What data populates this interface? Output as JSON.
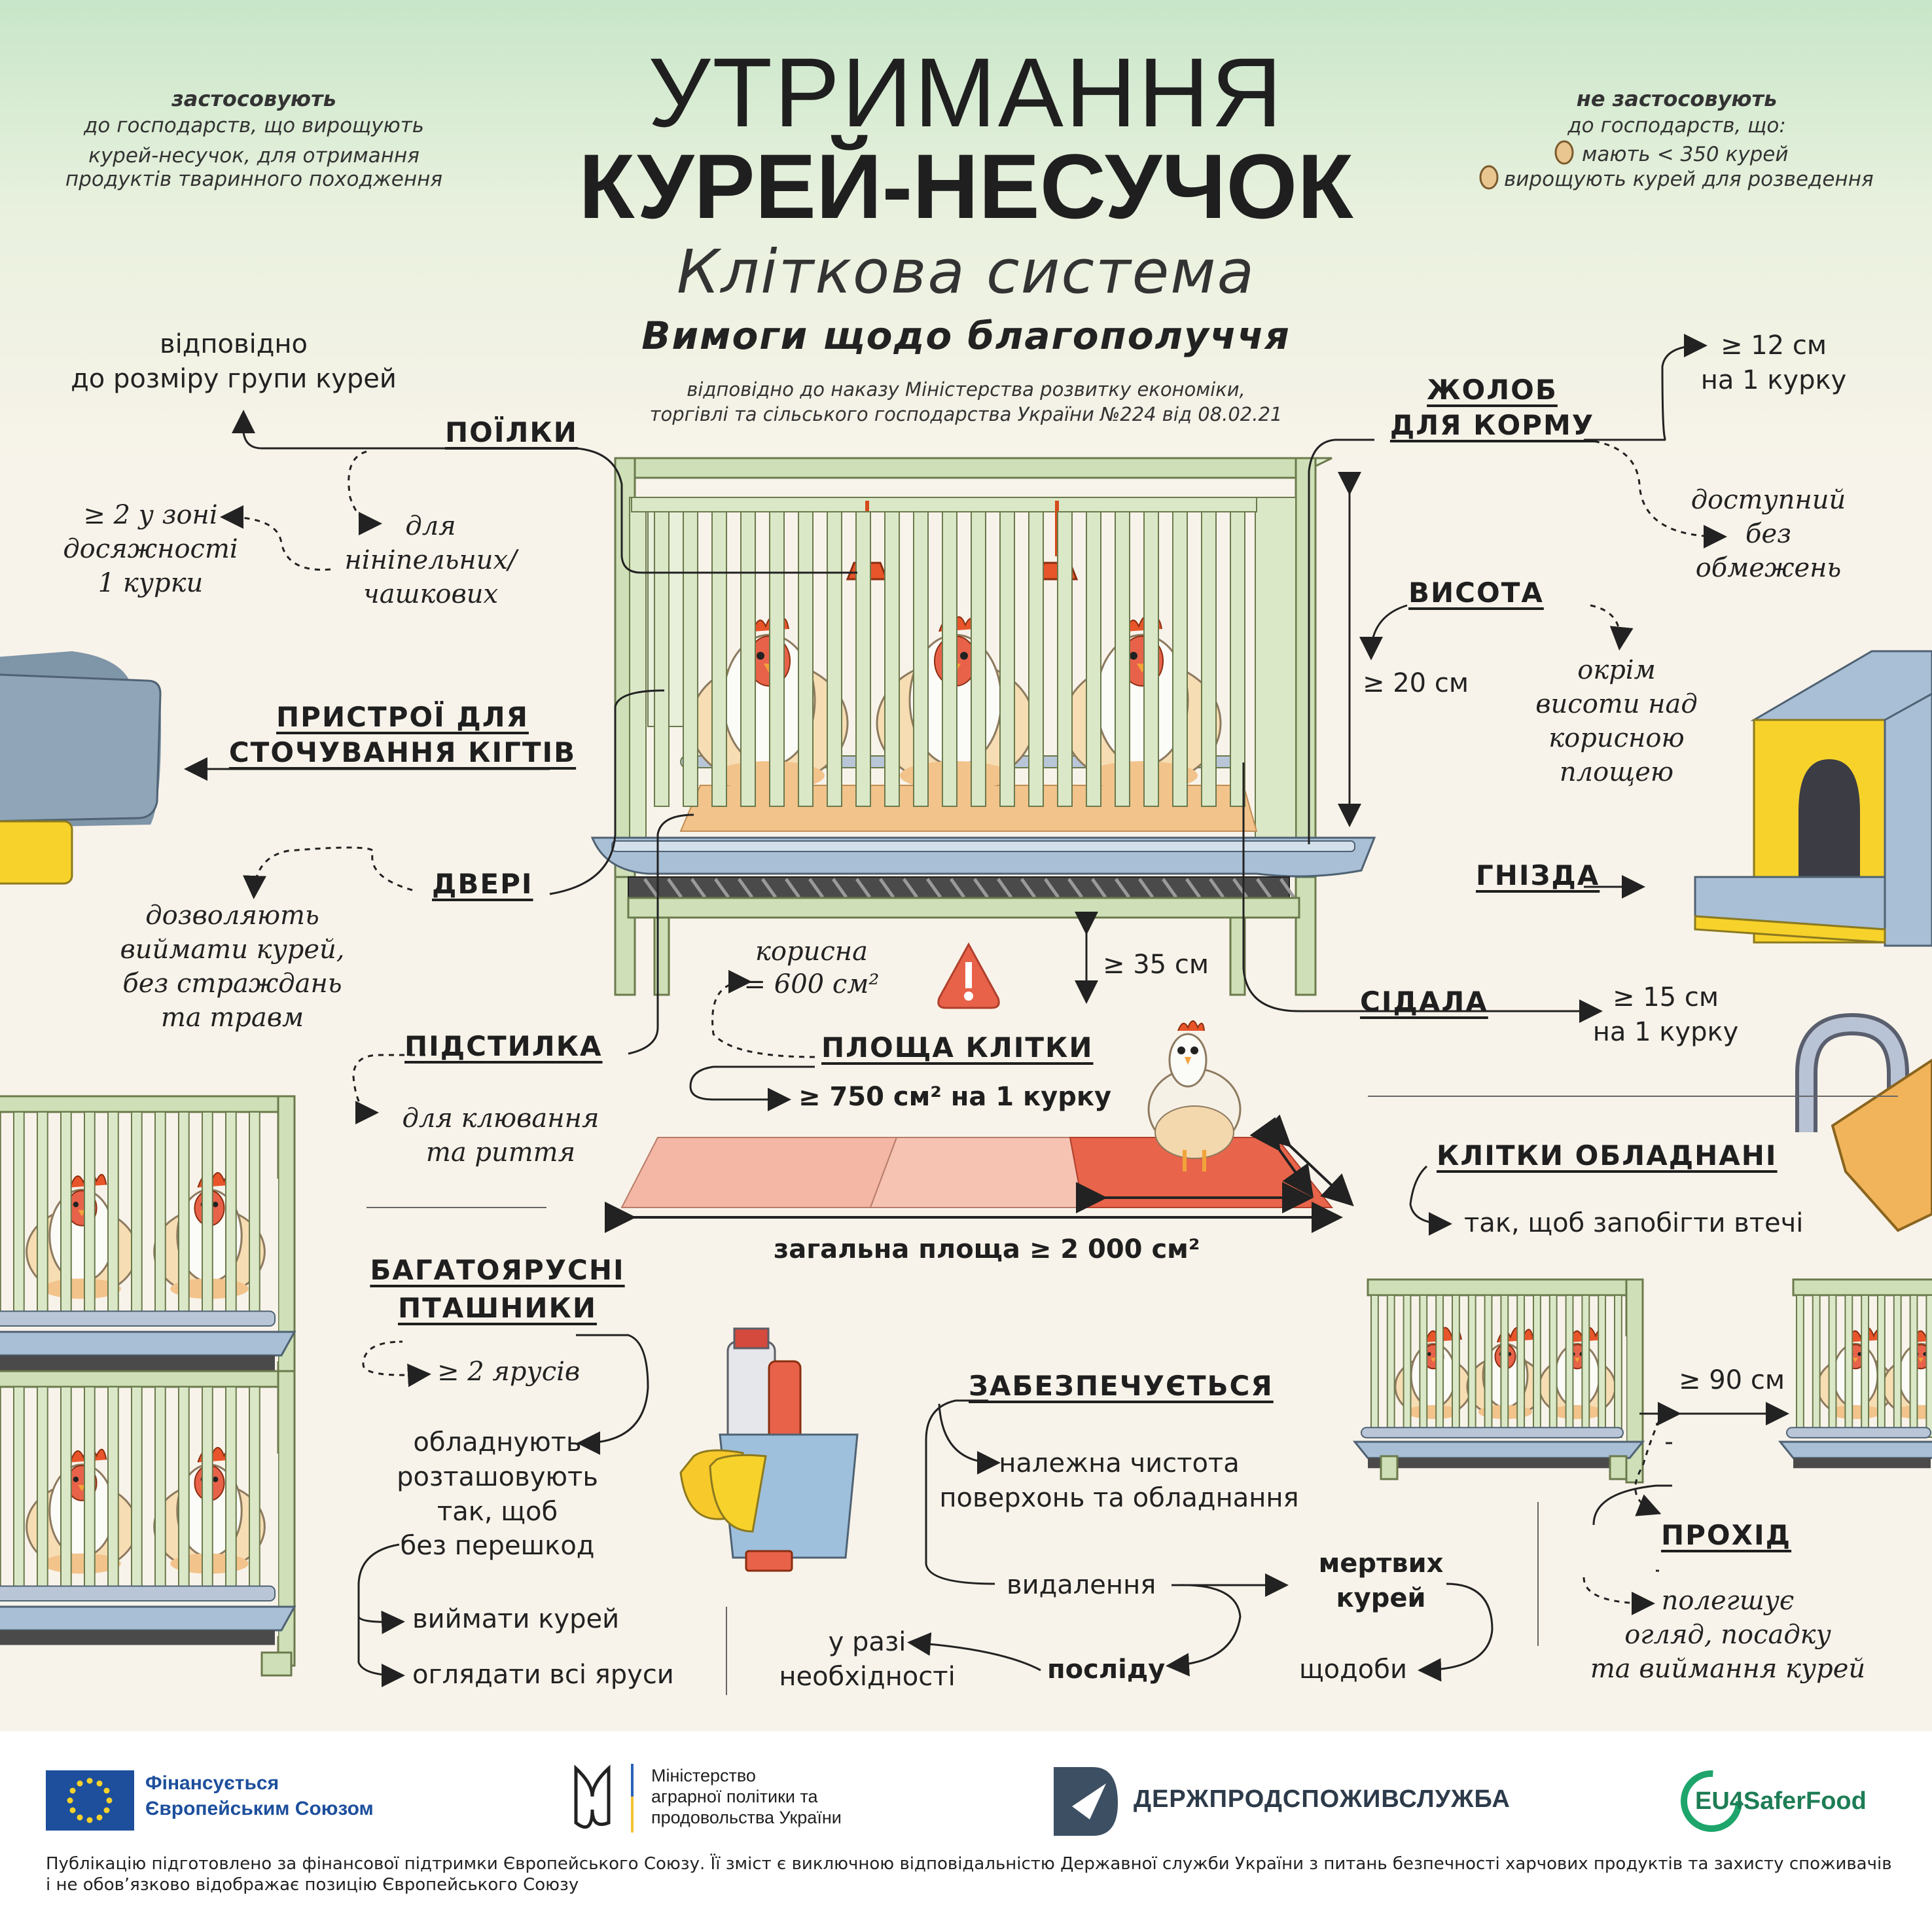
{
  "colors": {
    "cage_frame": "#cfe0b8",
    "cage_outline": "#6b7a4c",
    "trough": "#a9bfd6",
    "accent_red": "#e8624a",
    "sand": "#f2c38b",
    "header_green": "#c8e6c9",
    "background": "#f8f3ea",
    "eu_blue": "#1d4f9c"
  },
  "header": {
    "title_line1": "УТРИМАННЯ",
    "title_line2": "КУРЕЙ-НЕСУЧОК",
    "subtitle": "Кліткова система",
    "requirements": "Вимоги щодо благополуччя",
    "order_line1": "відповідно до наказу Міністерства розвитку економіки,",
    "order_line2": "торгівлі та сільського господарства України №224 від 08.02.21"
  },
  "applies": {
    "heading": "застосовують",
    "line1": "до господарств, що вирощують",
    "line2": "курей-несучок, для отримання",
    "line3": "продуктів тваринного походження"
  },
  "not_applies": {
    "heading": "не застосовують",
    "line1": "до господарств, що:",
    "item1": "мають < 350 курей",
    "item2": "вирощують курей для розведення"
  },
  "drinkers": {
    "label": "ПОЇЛКИ",
    "group_line1": "відповідно",
    "group_line2": "до розміру групи курей",
    "reach_line1": "≥ 2 у зоні",
    "reach_line2": "досяжності",
    "reach_line3": "1 курки",
    "type_line1": "для",
    "type_line2": "нініпельних/",
    "type_line3": "чашкових"
  },
  "claws": {
    "label_line1": "ПРИСТРОЇ ДЛЯ",
    "label_line2": "СТОЧУВАННЯ КІГТІВ"
  },
  "doors": {
    "label": "ДВЕРІ",
    "line1": "дозволяють",
    "line2": "виймати курей,",
    "line3": "без страждань",
    "line4": "та травм"
  },
  "litter": {
    "label": "ПІДСТИЛКА",
    "line1": "для клювання",
    "line2": "та риття"
  },
  "feeder": {
    "label_line1": "ЖОЛОБ",
    "label_line2": "ДЛЯ КОРМУ",
    "per_line1": "≥ 12 см",
    "per_line2": "на 1 курку",
    "avail_line1": "доступний",
    "avail_line2": "без",
    "avail_line3": "обмежень"
  },
  "height": {
    "label": "ВИСОТА",
    "value": "≥ 20 см",
    "note_line1": "окрім",
    "note_line2": "висоти над",
    "note_line3": "корисною",
    "note_line4": "площею",
    "below": "≥ 35 см"
  },
  "nests": {
    "label": "ГНІЗДА"
  },
  "perch": {
    "label": "СІДАЛА",
    "line1": "≥ 15 см",
    "line2": "на 1 курку"
  },
  "area": {
    "useful_line1": "корисна",
    "useful_line2": "= 600 см²",
    "label": "ПЛОЩА КЛІТКИ",
    "per_hen": "≥  750 см² на 1 курку",
    "total": "загальна площа ≥ 2 000 см²"
  },
  "equipped": {
    "label": "КЛІТКИ ОБЛАДНАНІ",
    "text": "так, щоб запобігти втечі"
  },
  "multitier": {
    "label_line1": "БАГАТОЯРУСНІ",
    "label_line2": "ПТАШНИКИ",
    "tiers": "≥ 2 ярусів",
    "line1": "обладнують",
    "line2": "розташовують",
    "line3": "так, щоб",
    "line4": "без перешкод",
    "item1": "виймати курей",
    "item2": "оглядати всі яруси"
  },
  "provided": {
    "label": "ЗАБЕЗПЕЧУЄТЬСЯ",
    "clean_line1": "належна чистота",
    "clean_line2": "поверхонь та обладнання",
    "removal": "видалення",
    "dead_line1": "мертвих",
    "dead_line2": "курей",
    "daily": "щодоби",
    "manure": "посліду",
    "need_line1": "у разі",
    "need_line2": "необхідності"
  },
  "passage": {
    "distance": "≥ 90 см",
    "label": "ПРОХІД",
    "line1": "полегшує",
    "line2": "огляд, посадку",
    "line3": "та виймання курей"
  },
  "footer": {
    "eu_line1": "Фінансується",
    "eu_line2": "Європейським Союзом",
    "ministry_line1": "Міністерство",
    "ministry_line2": "аграрної політики та",
    "ministry_line3": "продовольства України",
    "dps": "ДЕРЖПРОДСПОЖИВСЛУЖБА",
    "eu4": "EU4SaferFood",
    "disclaimer_line1": "Публікацію підготовлено за фінансової підтримки Європейського Союзу. Її зміст є виключною відповідальністю Державної служби України з питань безпечності харчових продуктів та захисту споживачів",
    "disclaimer_line2": "і не обов’язково відображає позицію Європейського Союзу"
  }
}
